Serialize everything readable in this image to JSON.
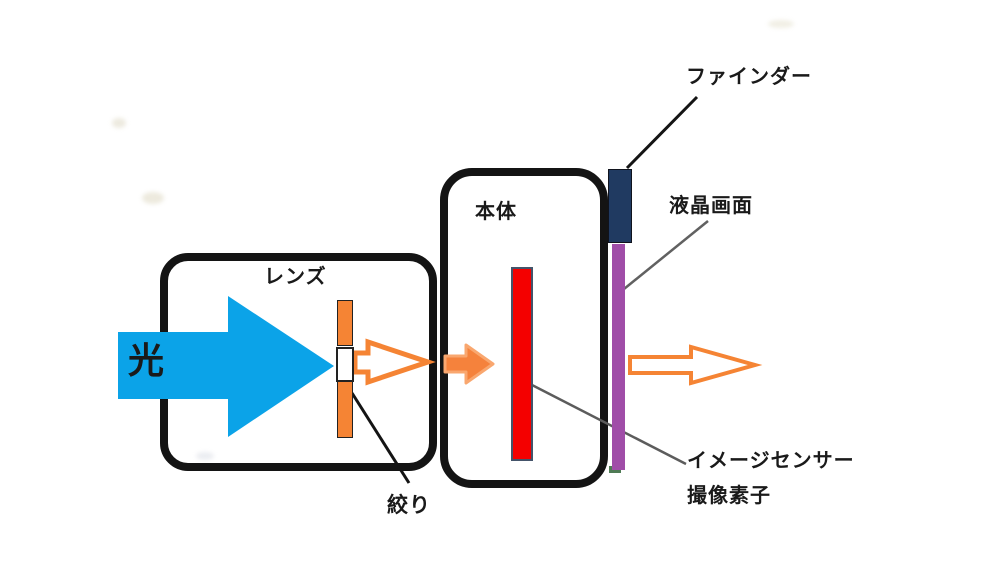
{
  "diagram": {
    "type": "camera-structure-diagram",
    "labels": {
      "light": "光",
      "lens": "レンズ",
      "aperture": "絞り",
      "body": "本体",
      "viewfinder": "ファインダー",
      "lcd": "液晶画面",
      "image_sensor": "イメージセンサー",
      "imaging_element": "撮像素子"
    },
    "colors": {
      "light_arrow_blue": "#0BA3E8",
      "orange": "#F58434",
      "orange_arrow_fill": "#F5823C",
      "orange_arrow_edge": "#F9A76F",
      "sensor_red": "#F40000",
      "sensor_border": "#44546A",
      "viewfinder_navy": "#203A61",
      "lcd_purple": "#A04DA8",
      "box_outline": "#141414",
      "leader_line_gray": "#616161",
      "leader_line_black": "#141414",
      "green_mark": "#4F7B55"
    }
  }
}
